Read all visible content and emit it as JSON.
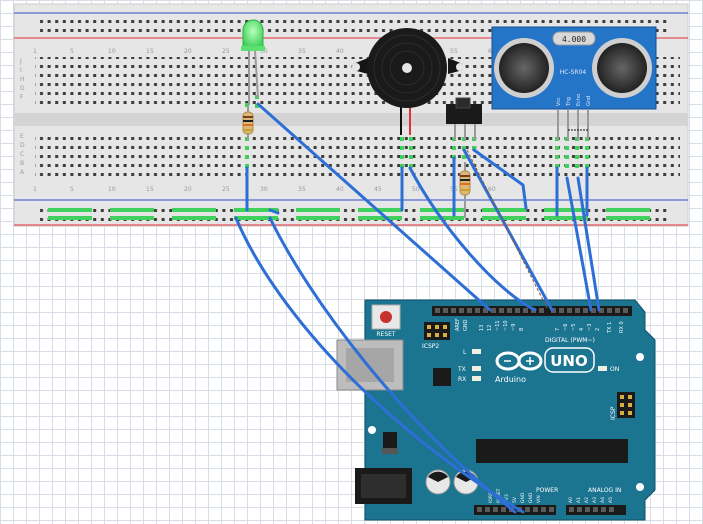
{
  "breadboard": {
    "column_numbers": [
      "1",
      "5",
      "10",
      "15",
      "20",
      "25",
      "30",
      "35",
      "40",
      "45",
      "50",
      "55",
      "60"
    ],
    "row_letters_top": [
      "J",
      "I",
      "H",
      "G",
      "F"
    ],
    "row_letters_bottom": [
      "E",
      "D",
      "C",
      "B",
      "A"
    ]
  },
  "ultrasonic_sensor": {
    "display_value": "4.000",
    "model_label": "HC-SR04",
    "pin_labels": [
      "Vcc",
      "Trig",
      "Echo",
      "Gnd"
    ]
  },
  "arduino": {
    "reset_label": "RESET",
    "icsp2_label": "ICSP2",
    "icsp_label": "ICSP",
    "digital_label": "DIGITAL (PWM~)",
    "uno_label": "UNO",
    "brand_label": "Arduino",
    "power_label": "POWER",
    "analog_label": "ANALOG IN",
    "on_label": "ON",
    "led_l_label": "L",
    "tx_label": "TX",
    "rx_label": "RX",
    "aref_label": "AREF",
    "gnd_label": "GND",
    "digital_pins": [
      "13",
      "12",
      "~11",
      "~10",
      "~9",
      "8",
      "7",
      "~6",
      "~5",
      "4",
      "~3",
      "2",
      "TX 1",
      "RX 0"
    ],
    "power_pins": [
      "IOREF",
      "RESET",
      "3V3",
      "5V",
      "GND",
      "GND",
      "VIN"
    ],
    "analog_pins": [
      "A0",
      "A1",
      "A2",
      "A3",
      "A4",
      "A5"
    ]
  },
  "colors": {
    "wire": "#2e6fd6",
    "board": "#1b7490",
    "breadboard": "#e6e6e6",
    "rail_red": "#e0303a",
    "rail_blue": "#3050c8",
    "led": "#48f060",
    "pin_green": "#3fd15c"
  }
}
